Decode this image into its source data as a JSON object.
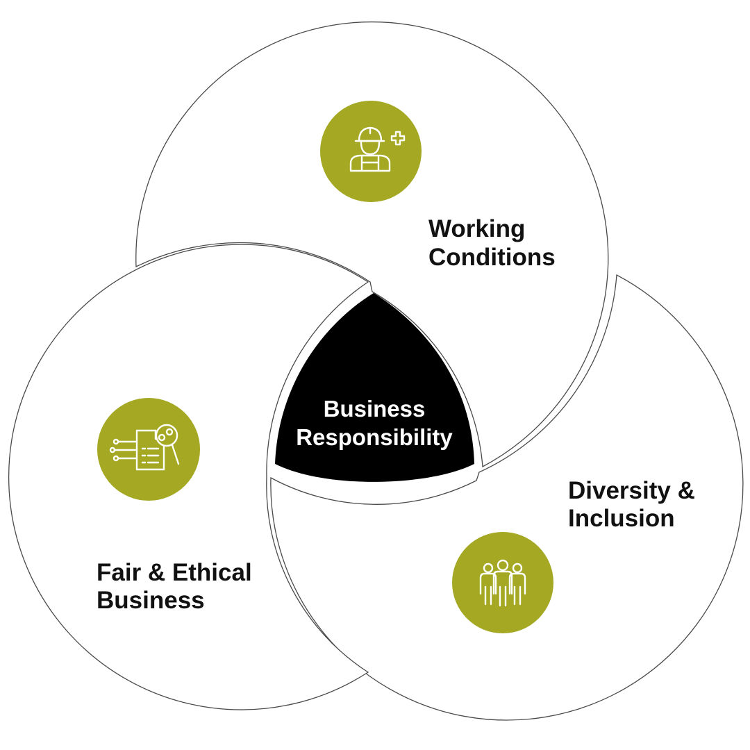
{
  "colors": {
    "accent": "#a4a822",
    "center": "#000000",
    "outline": "#4a4a4a",
    "background": "#ffffff"
  },
  "center": {
    "line1": "Business",
    "line2": "Responsibility"
  },
  "segments": [
    {
      "id": "working-conditions",
      "line1": "Working",
      "line2": "Conditions",
      "icon": "worker-safety-icon"
    },
    {
      "id": "diversity-inclusion",
      "line1": "Diversity &",
      "line2": "Inclusion",
      "icon": "people-group-icon"
    },
    {
      "id": "fair-ethical-business",
      "line1": "Fair & Ethical",
      "line2": "Business",
      "icon": "document-audit-icon"
    }
  ]
}
